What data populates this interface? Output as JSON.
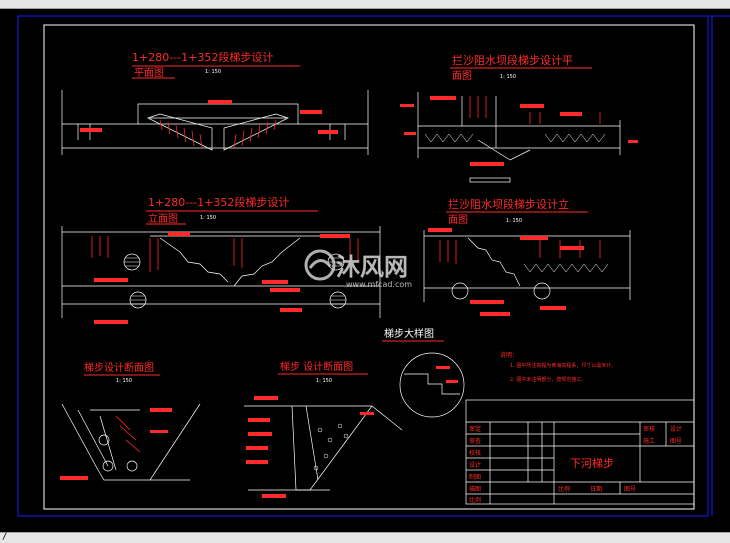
{
  "colors": {
    "background": "#000000",
    "frame": "#1a1aff",
    "title": "#ff2a2a",
    "dim": "#ff2a2a",
    "line": "#ffffff",
    "annot": "#ff2a2a"
  },
  "titles": {
    "plan_left": "1+280---1+352段梯步设计",
    "plan_left_sub": "平面图",
    "plan_right": "拦沙阻水坝段梯步设计平",
    "plan_right_sub": "面图",
    "elev_left": "1+280---1+352段梯步设计",
    "elev_left_sub": "立面图",
    "elev_right": "拦沙阻水坝段梯步设计立",
    "elev_right_sub": "面图",
    "section_left": "梯步设计断面图",
    "section_mid": "梯步 设计断面图",
    "detail": "梯步大样图",
    "scale": "1: 150"
  },
  "notes": {
    "label": "说明：",
    "line1": "1. 图中所注高程为黄海高程系，尺寸以毫米计。",
    "line2": "2. 图中未注明部分，按规范施工。"
  },
  "title_block": {
    "rows": [
      "审定",
      "审查",
      "校核",
      "设计",
      "制图",
      "描图",
      "比例"
    ],
    "right_top": [
      "审核",
      "设计",
      "施工",
      "图号"
    ],
    "drawing_name": "下河梯步",
    "bottom": [
      "比例",
      "日期",
      "图号"
    ]
  },
  "watermark": {
    "brand": "沐风网",
    "url": "www.mfcad.com"
  },
  "cursor": "/"
}
